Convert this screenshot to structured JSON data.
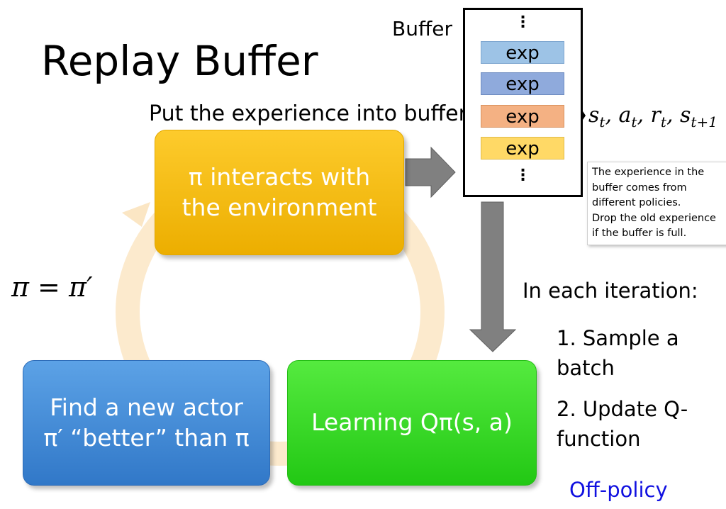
{
  "title": "Replay Buffer",
  "buffer": {
    "label": "Buffer",
    "dots": "⋮",
    "entries": [
      {
        "label": "exp",
        "color": "#9dc3e6",
        "border": "#7ea6cf"
      },
      {
        "label": "exp",
        "color": "#8faadc",
        "border": "#6f8cc0"
      },
      {
        "label": "exp",
        "color": "#f4b183",
        "border": "#d9925f"
      },
      {
        "label": "exp",
        "color": "#ffd966",
        "border": "#e0bb4a"
      }
    ],
    "tuple": "s_t, a_t, r_t, s_{t+1}"
  },
  "put_text": "Put the experience into buffer.",
  "boxes": {
    "interact": {
      "line1": "π interacts with",
      "line2": "the environment",
      "color": "#f5b800"
    },
    "learn": {
      "text": "Learning Qπ(s, a)",
      "color": "#33d626"
    },
    "find": {
      "line1": "Find a new actor",
      "line2": "π′ “better” than π",
      "color": "#3f88d6"
    }
  },
  "pi_update": "π = π′",
  "note": {
    "line1": "The experience in the buffer comes from different policies.",
    "line2": "Drop the old experience if the buffer is full."
  },
  "iteration": {
    "heading": "In each iteration:",
    "step1": "1. Sample a batch",
    "step2": "2. Update Q-function"
  },
  "off_policy": "Off-policy",
  "colors": {
    "arrow_gray": "#808080",
    "cycle_ring": "#fbe6c4",
    "off_policy_text": "#1010e0"
  }
}
